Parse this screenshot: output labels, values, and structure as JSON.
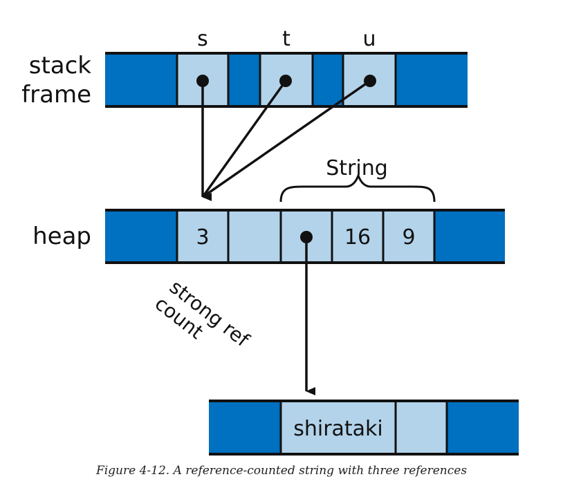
{
  "stack": {
    "label_line1": "stack",
    "label_line2": "frame",
    "variables": [
      "s",
      "t",
      "u"
    ]
  },
  "heap": {
    "label": "heap",
    "refcount_value": "3",
    "refcount_label_line1": "strong ref",
    "refcount_label_line2": "count",
    "string_brace_label": "String",
    "string_capacity": "16",
    "string_length": "9"
  },
  "buffer": {
    "text": "shirataki"
  },
  "colors": {
    "dark_blue": "#0070c0",
    "light_blue": "#b3d3ea",
    "line": "#111111"
  },
  "caption": "Figure 4-12. A reference-counted string with three references"
}
